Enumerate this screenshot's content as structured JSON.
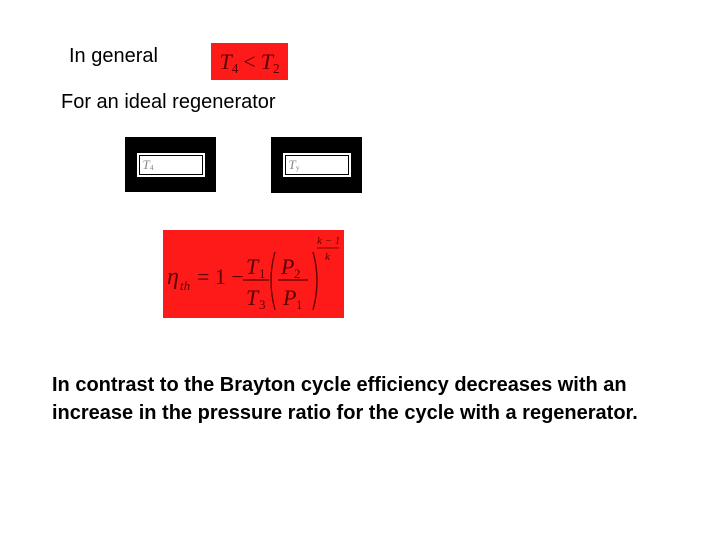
{
  "slide": {
    "in_general_label": "In general",
    "inequality": {
      "left": "T",
      "left_sub": "4",
      "operator": "<",
      "right": "T",
      "right_sub": "2"
    },
    "ideal_regenerator_label": "For an ideal regenerator",
    "eq1": {
      "var": "T",
      "sub": "4"
    },
    "eq2": {
      "var": "T",
      "sub": "y"
    },
    "efficiency": {
      "eta": "η",
      "eta_sub": "th",
      "equals_one_minus": "= 1 −",
      "t_num": "T",
      "t_num_sub": "1",
      "t_den": "T",
      "t_den_sub": "3",
      "p_num": "P",
      "p_num_sub": "2",
      "p_den": "P",
      "p_den_sub": "1",
      "exp_num": "k − 1",
      "exp_den": "k"
    },
    "conclusion_line1": "In contrast to the Brayton cycle efficiency decreases with an",
    "conclusion_line2": "increase in the pressure ratio for the cycle with a regenerator."
  },
  "colors": {
    "highlight_red": "#ff1a1a",
    "frame_black": "#000000"
  }
}
